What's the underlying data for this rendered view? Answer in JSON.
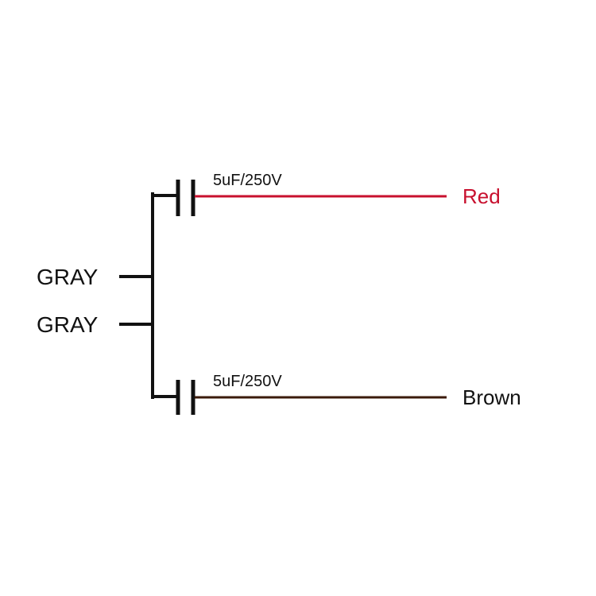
{
  "terminals": [
    {
      "label": "GRAY"
    },
    {
      "label": "GRAY"
    }
  ],
  "capacitors": [
    {
      "rating": "5uF/250V",
      "wire": {
        "label": "Red",
        "color": "#c8102e"
      }
    },
    {
      "rating": "5uF/250V",
      "wire": {
        "label": "Brown",
        "color": "#3b1a0a"
      }
    }
  ],
  "colors": {
    "conductor": "#111111",
    "background": "#ffffff"
  }
}
